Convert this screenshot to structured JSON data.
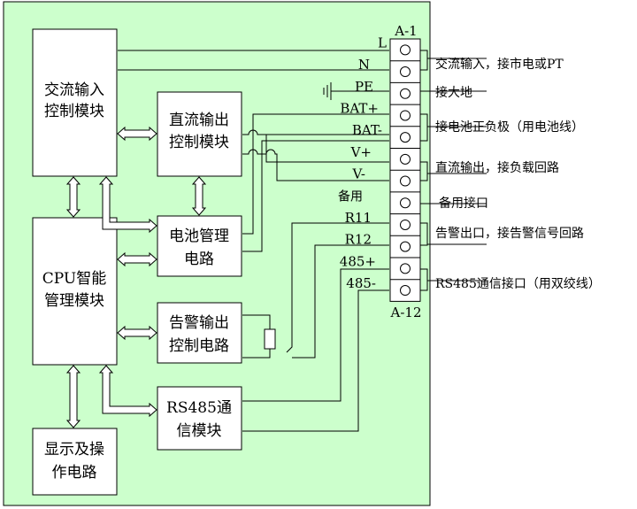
{
  "colors": {
    "panel_bg": "#ccffcc",
    "line": "#000000",
    "block_bg": "#ffffff"
  },
  "blocks": {
    "ac_input": {
      "line1": "交流输入",
      "line2": "控制模块"
    },
    "dc_output": {
      "line1": "直流输出",
      "line2": "控制模块"
    },
    "cpu": {
      "line1": "CPU智能",
      "line2": "管理模块"
    },
    "battery_mgmt": {
      "line1": "电池管理",
      "line2": "电路"
    },
    "alarm_output": {
      "line1": "告警输出",
      "line2": "控制电路"
    },
    "rs485": {
      "line1": "RS485通",
      "line2": "信模块"
    },
    "display": {
      "line1": "显示及操",
      "line2": "作电路"
    }
  },
  "terminal_block": {
    "top_label": "A-1",
    "bottom_label": "A-12",
    "terminals": [
      {
        "label": "L"
      },
      {
        "label": "N"
      },
      {
        "label": "PE"
      },
      {
        "label": "BAT+"
      },
      {
        "label": "BAT-"
      },
      {
        "label": "V+"
      },
      {
        "label": "V-"
      },
      {
        "label": "备用"
      },
      {
        "label": "R11"
      },
      {
        "label": "R12"
      },
      {
        "label": "485+"
      },
      {
        "label": "485-"
      }
    ]
  },
  "descriptions": {
    "ac": "交流输入，接市电或PT",
    "ground": "接大地",
    "battery": "接电池正负极（用电池线）",
    "dc": "直流输出，接负载回路",
    "spare": "备用接口",
    "alarm": "告警出口，接告警信号回路",
    "rs485": "RS485通信接口（用双绞线）"
  }
}
